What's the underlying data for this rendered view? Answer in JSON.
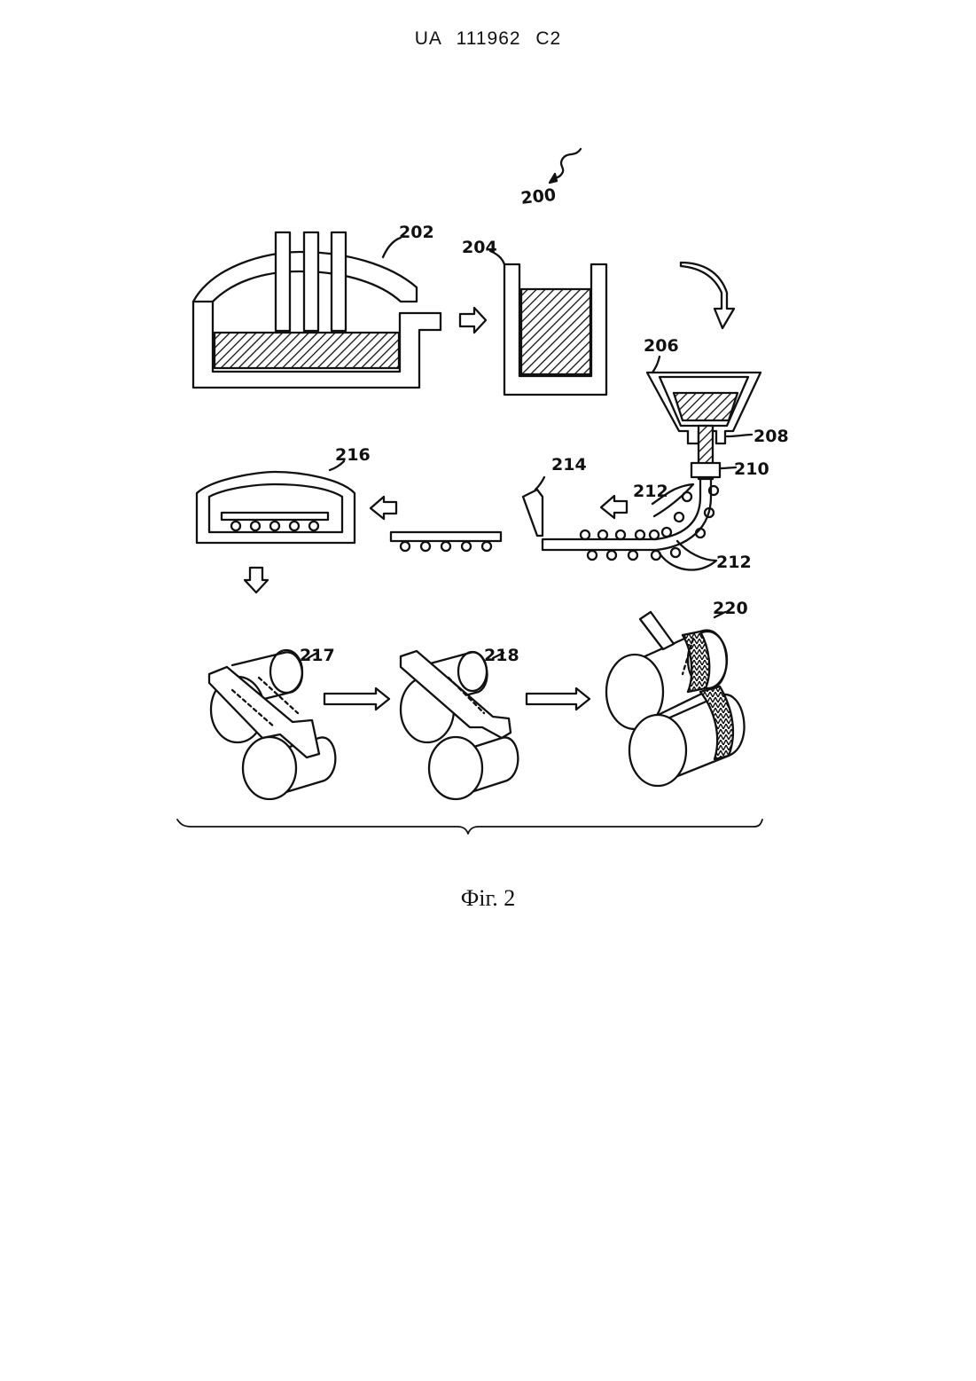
{
  "header": {
    "patent_number": "UA   111962   C2"
  },
  "figure": {
    "caption": "Фіг. 2",
    "labels": {
      "system": "200",
      "furnace": "202",
      "ladle": "204",
      "tundish": "206",
      "nozzle": "208",
      "mold": "210",
      "rollers": "212",
      "cutter": "214",
      "reheat_furnace": "216",
      "rolling_stand_1": "217",
      "rolling_stand_2": "218",
      "finishing_stand": "220"
    }
  }
}
